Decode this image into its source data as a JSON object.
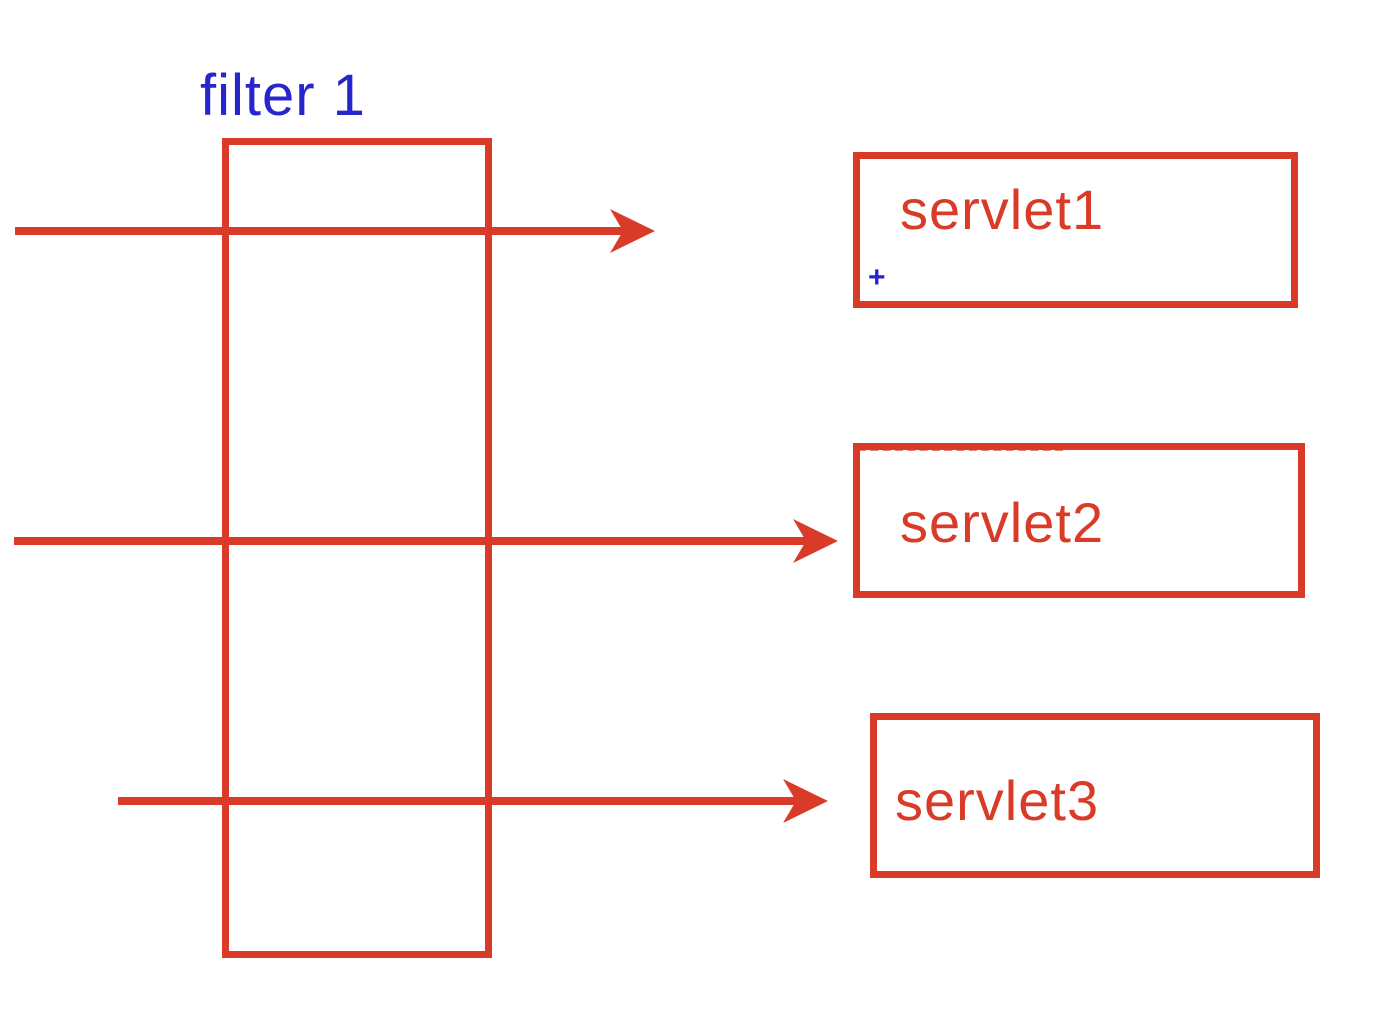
{
  "diagram": {
    "title_label": "filter 1",
    "filter": {
      "label": "filter 1"
    },
    "servlets": [
      {
        "label": "servlet1"
      },
      {
        "label": "servlet2"
      },
      {
        "label": "servlet3"
      }
    ],
    "plus_mark": "+",
    "colors": {
      "accent_red": "#d93b28",
      "accent_blue": "#2626cc",
      "background": "#ffffff"
    }
  }
}
